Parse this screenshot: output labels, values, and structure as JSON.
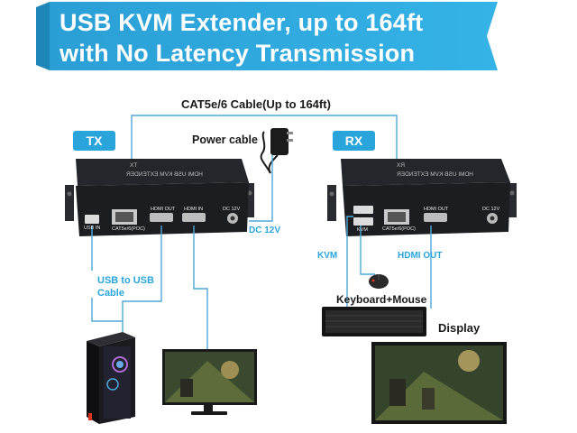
{
  "banner": {
    "line1": "USB KVM Extender, up to 164ft",
    "line2": "with No Latency Transmission"
  },
  "labels": {
    "cable_title": "CAT5e/6 Cable(Up to 164ft)",
    "power_cable": "Power cable",
    "tx_badge": "TX",
    "rx_badge": "RX",
    "dc_12v": "DC 12V",
    "usb_to_usb": "USB to USB Cable",
    "kvm": "KVM",
    "hdmi_out": "HDMI OUT",
    "keyboard_mouse": "Keyboard+Mouse",
    "display": "Display"
  },
  "tx_unit": {
    "device_text": "HDMI USB KVM EXTENDER",
    "side_text": "TX",
    "ports": [
      "USB IN",
      "CAT5e/6(POC)",
      "HDMI OUT",
      "HDMI IN",
      "DC 12V"
    ]
  },
  "rx_unit": {
    "device_text": "HDMI USB KVM EXTENDER",
    "side_text": "RX",
    "ports": [
      "KVM",
      "CAT5e/6(POC)",
      "HDMI OUT",
      "DC 12V"
    ]
  },
  "colors": {
    "accent": "#2aa5dc",
    "device": "#1e1f24",
    "cable": "#4fa8d8",
    "cable_hdmi": "#3d9fd4"
  }
}
